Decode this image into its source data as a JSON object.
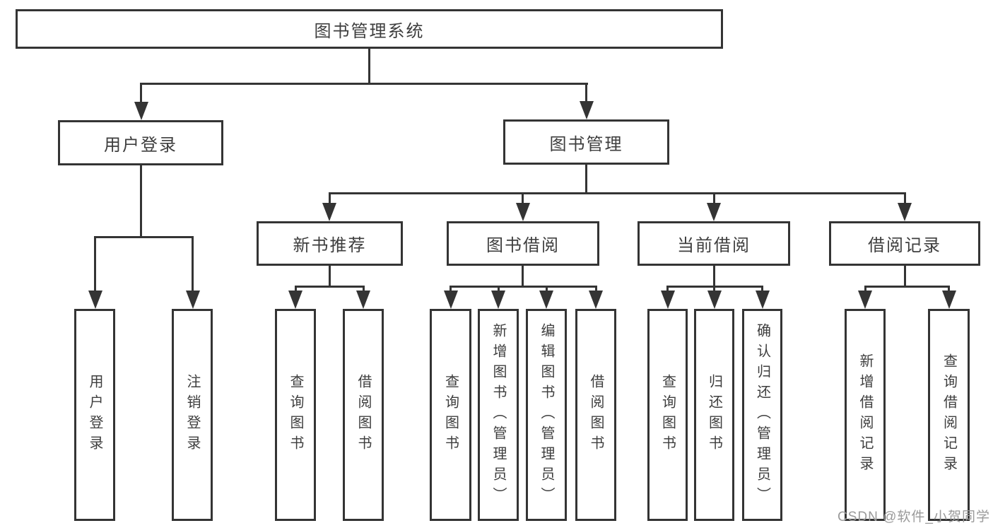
{
  "tree": {
    "label": "图书管理系统",
    "children": [
      {
        "label": "用户登录",
        "children": [
          {
            "label": "用户登录"
          },
          {
            "label": "注销登录"
          }
        ]
      },
      {
        "label": "图书管理",
        "children": [
          {
            "label": "新书推荐",
            "children": [
              {
                "label": "查询图书"
              },
              {
                "label": "借阅图书"
              }
            ]
          },
          {
            "label": "图书借阅",
            "children": [
              {
                "label": "查询图书"
              },
              {
                "label": "新增图书（管理员）"
              },
              {
                "label": "编辑图书（管理员）"
              },
              {
                "label": "借阅图书"
              }
            ]
          },
          {
            "label": "当前借阅",
            "children": [
              {
                "label": "查询图书"
              },
              {
                "label": "归还图书"
              },
              {
                "label": "确认归还（管理员）"
              }
            ]
          },
          {
            "label": "借阅记录",
            "children": [
              {
                "label": "新增借阅记录"
              },
              {
                "label": "查询借阅记录"
              }
            ]
          }
        ]
      }
    ]
  },
  "watermark": "CSDN @软件_小贺同学",
  "colors": {
    "line": "#343434",
    "box_border": "#343434",
    "text": "#3e3e3e",
    "background": "#ffffff",
    "watermark": "#9a9a9a"
  }
}
